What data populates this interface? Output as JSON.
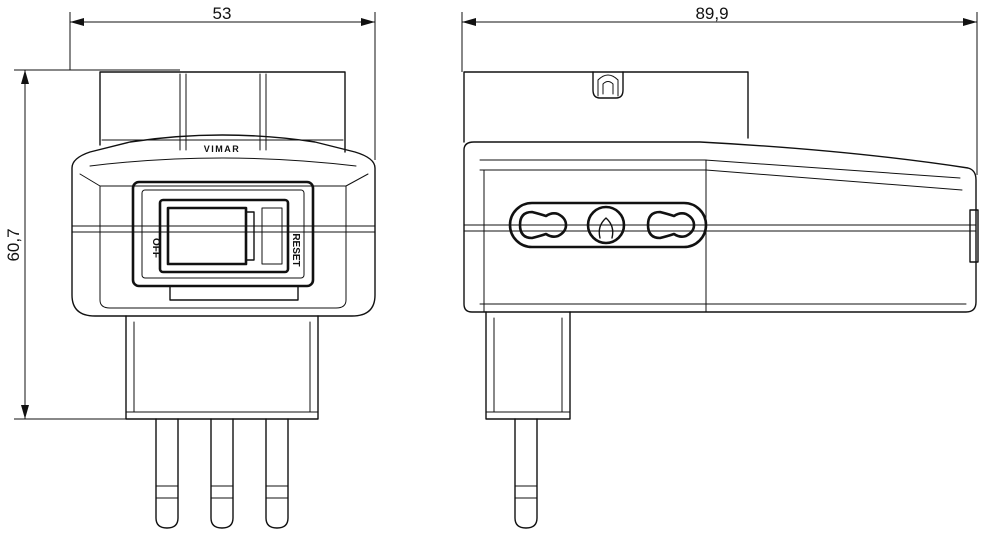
{
  "dimensions": {
    "front_width": "53",
    "front_height": "60,7",
    "side_length": "89,9"
  },
  "labels": {
    "brand": "VIMAR",
    "switch_off": "OFF",
    "switch_reset": "RESET"
  }
}
